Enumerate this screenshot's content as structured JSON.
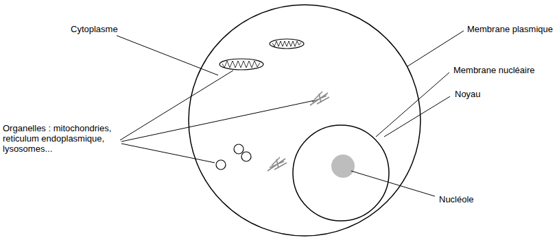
{
  "diagram": {
    "labels": [
      "Cytoplasme",
      "Membrane plasmique",
      "Membrane nucléaire",
      "Noyau",
      "Organelles : mitochondries, reticulum endoplasmique, lysosomes...",
      "Nucléole"
    ]
  }
}
